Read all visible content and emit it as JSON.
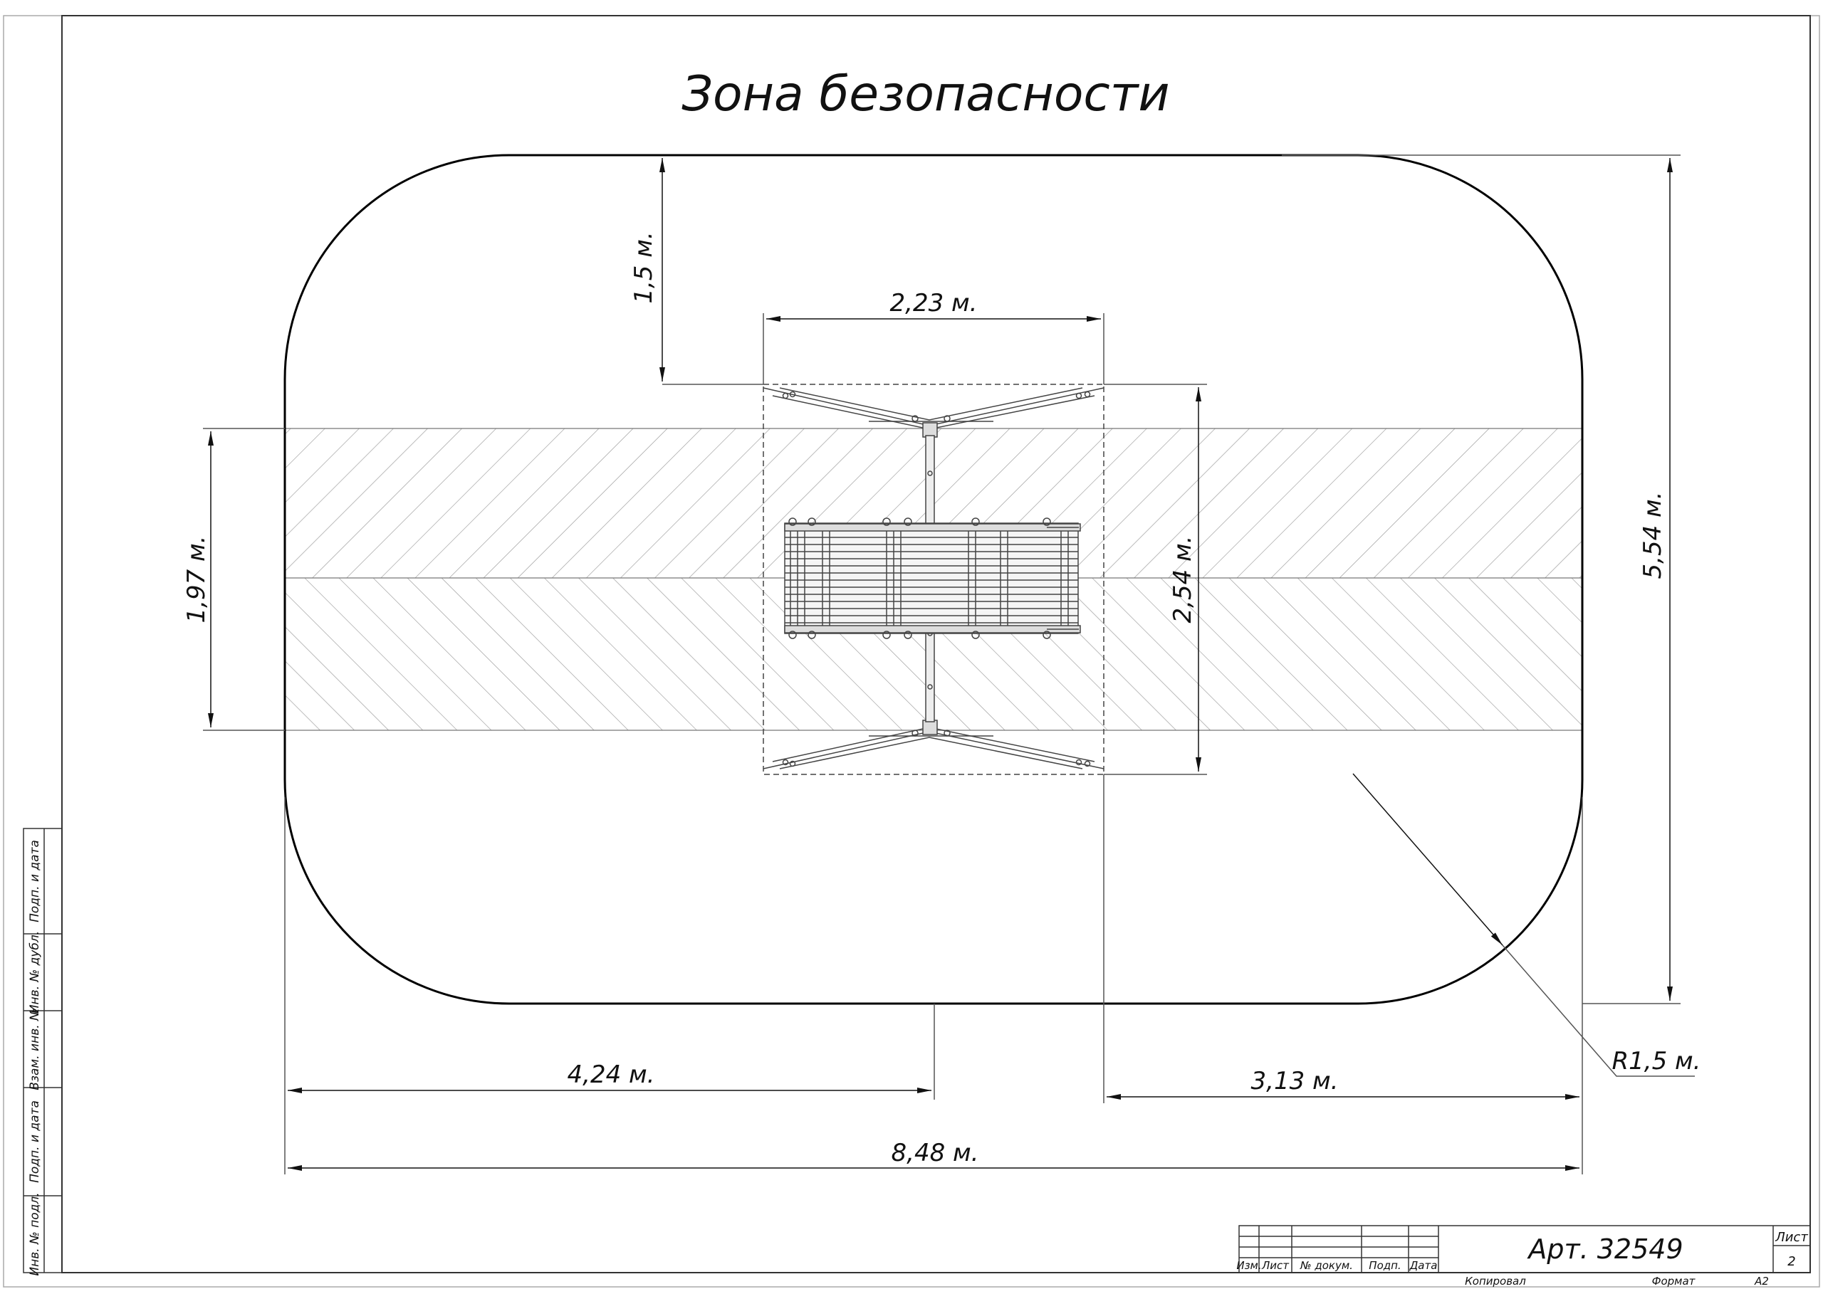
{
  "title": "Зона безопасности",
  "dimensions": {
    "top_offset": "1,5 м.",
    "equipment_width": "2,23 м.",
    "hatch_band_height": "1,97 м.",
    "equipment_depth": "2,54 м.",
    "zone_height": "5,54 м.",
    "left_to_center": "4,24 м.",
    "right_to_equipment": "3,13 м.",
    "zone_width": "8,48 м.",
    "corner_radius": "R1,5 м."
  },
  "side_stamp": {
    "cells": [
      "Подп. и дата",
      "Инв. № дубл.",
      "Взам. инв. №",
      "Подп. и дата",
      "Инв. № подл."
    ]
  },
  "title_block": {
    "col_headers": [
      "Изм.",
      "Лист",
      "№ докум.",
      "Подп.",
      "Дата"
    ],
    "article": "Арт. 32549",
    "sheet_label": "Лист",
    "sheet_number": "2",
    "copied_label": "Копировал",
    "format_label": "Формат",
    "format_value": "А2"
  }
}
